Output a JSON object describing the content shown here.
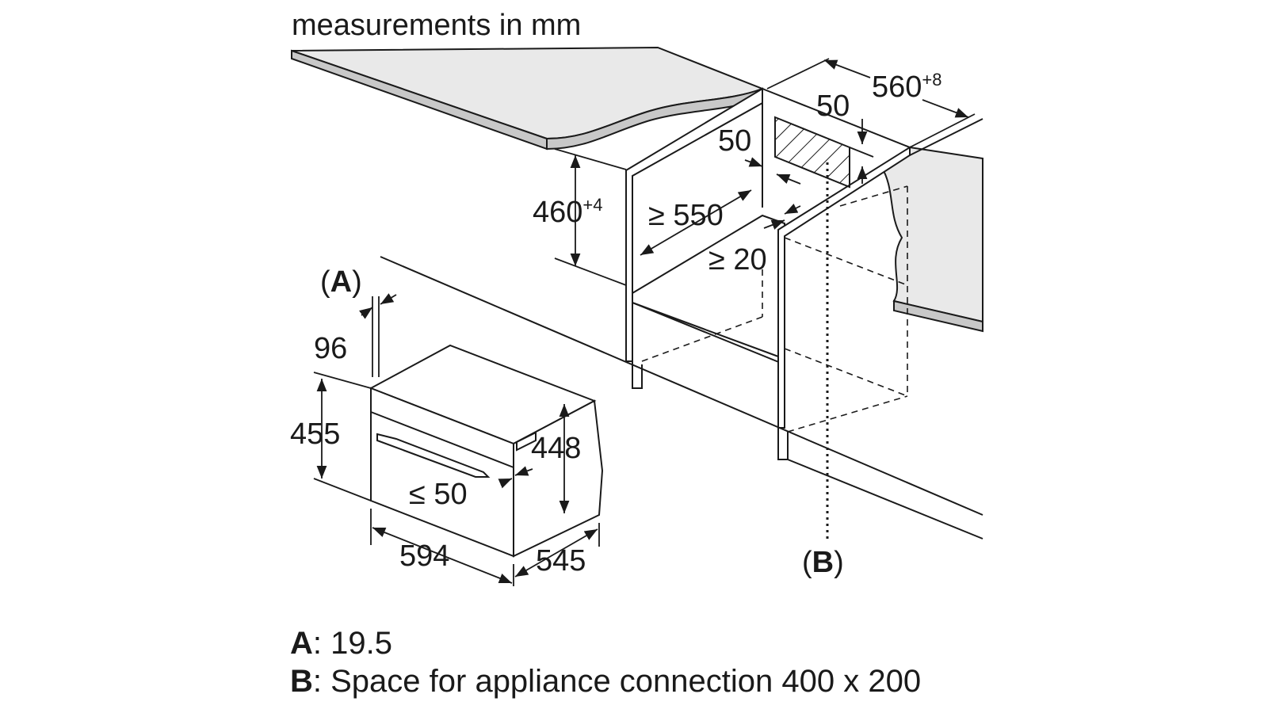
{
  "title": "measurements in mm",
  "labels": {
    "a_marker": "A",
    "b_marker": "B",
    "plinth_height": "460",
    "plinth_height_tol": "+4",
    "niche_width": "560",
    "niche_width_tol": "+8",
    "vent_top": "50",
    "vent_side": "50",
    "depth_min": "≥ 550",
    "gap_min": "≥ 20",
    "front_overlap": "96",
    "front_height": "455",
    "body_height": "448",
    "handle_gap": "≤ 50",
    "front_width": "594",
    "body_depth": "545"
  },
  "legend": {
    "a_key": "A",
    "a_text": ": 19.5",
    "b_key": "B",
    "b_text": ": Space for appliance connection 400 x 200"
  }
}
